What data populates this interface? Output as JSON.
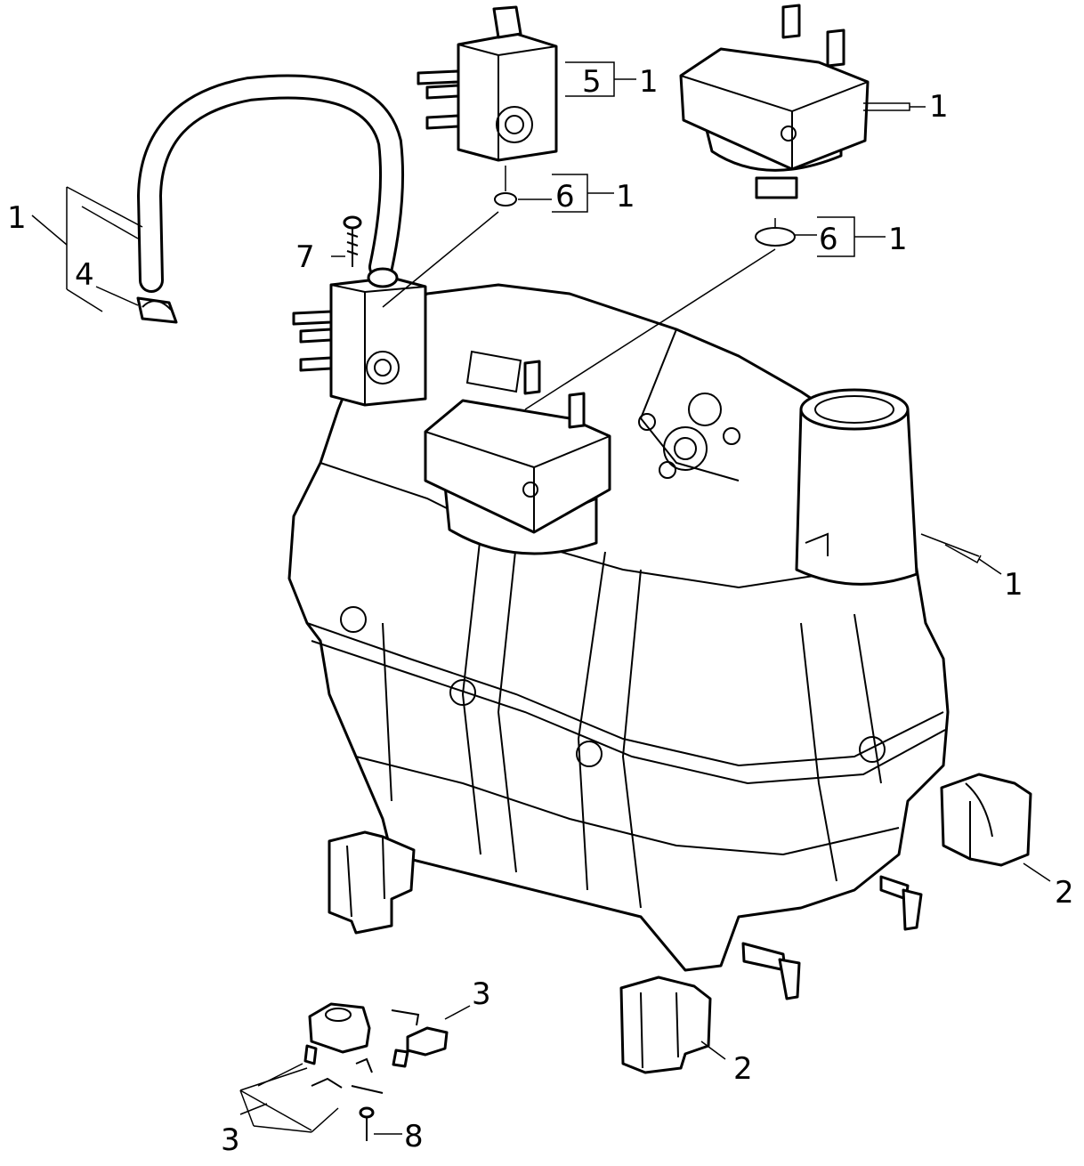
{
  "callouts": {
    "hose_assembly": "1",
    "hose_clip": "4",
    "solenoid_part": "5",
    "solenoid_qty": "1",
    "solenoid_oring": "6",
    "solenoid_oring_qty": "1",
    "screw": "7",
    "pressure_switch_qty": "1",
    "pressure_oring": "6",
    "pressure_oring_qty": "1",
    "filler_neck_qty": "1",
    "foot_right": "2",
    "foot_bottom": "2",
    "thermostat_top": "3",
    "thermostat_bottom": "3",
    "bottom_screw": "8"
  },
  "colors": {
    "line": "#000000",
    "fill": "#ffffff"
  }
}
